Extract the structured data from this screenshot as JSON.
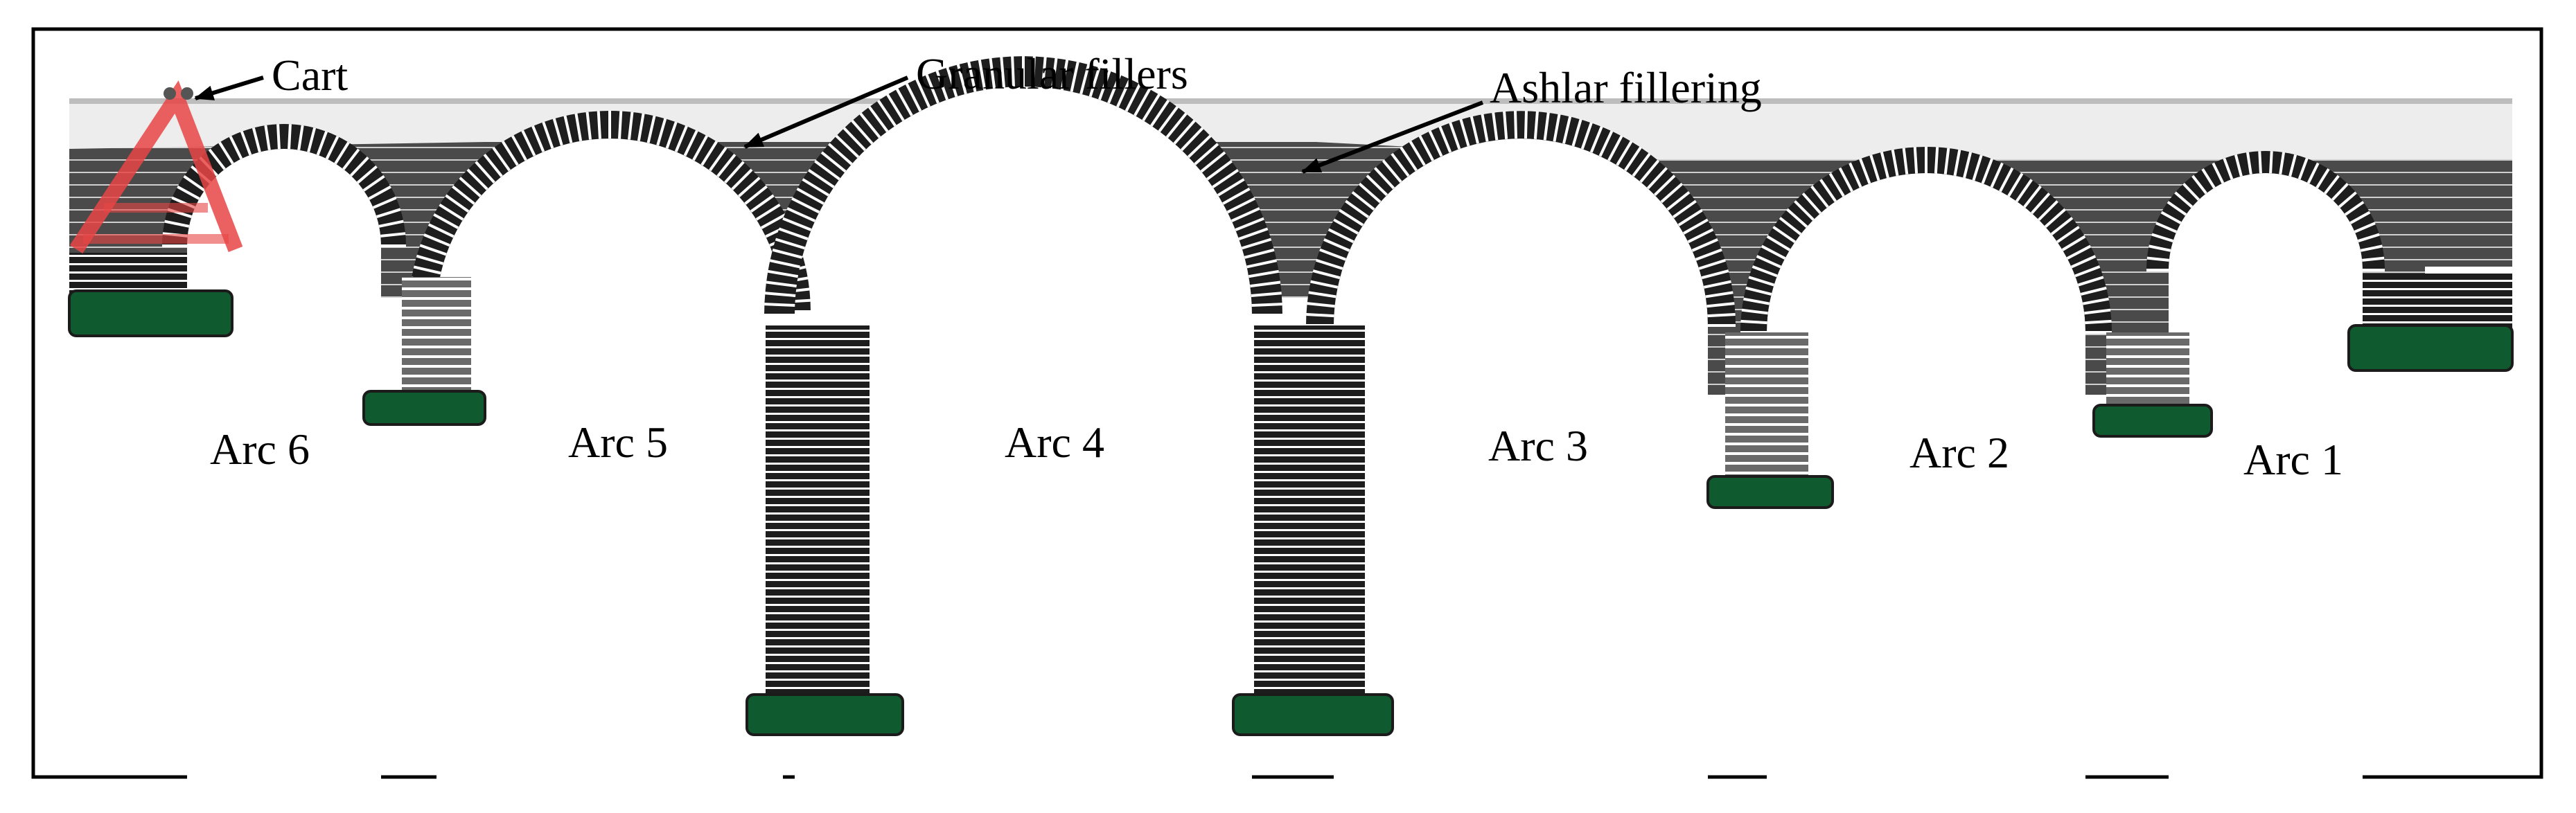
{
  "labels": {
    "cart": "Cart",
    "granular_fillers": "Granular fillers",
    "ashlar_fillering": "Ashlar fillering"
  },
  "arches": [
    {
      "label": "Arc 6"
    },
    {
      "label": "Arc 5"
    },
    {
      "label": "Arc 4"
    },
    {
      "label": "Arc 3"
    },
    {
      "label": "Arc 2"
    },
    {
      "label": "Arc 1"
    }
  ],
  "colors": {
    "frame": "#000000",
    "deck": "#4d4d4d",
    "road_surface": "#e6e6e6",
    "masonry": "#222222",
    "mortar": "#ffffff",
    "footing": "#0f5a2e",
    "cart": "#e53b3b"
  }
}
